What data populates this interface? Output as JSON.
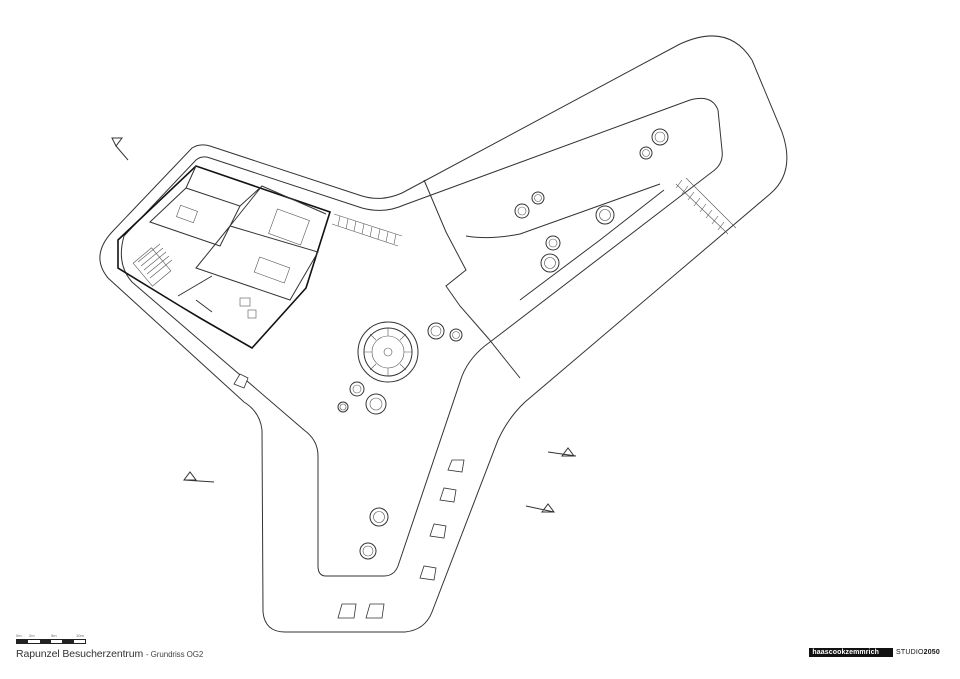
{
  "drawing": {
    "title": "Rapunzel Besucherzentrum",
    "subtitle": "- Grundriss OG2"
  },
  "scale": {
    "ticks": [
      "0m",
      "2m",
      "5m",
      "10m"
    ]
  },
  "credits": {
    "studio_a": "haascookzemmrich",
    "studio_b_prefix": "STUDIO",
    "studio_b_number": "2050"
  },
  "colors": {
    "line": "#333333",
    "background": "#ffffff"
  }
}
